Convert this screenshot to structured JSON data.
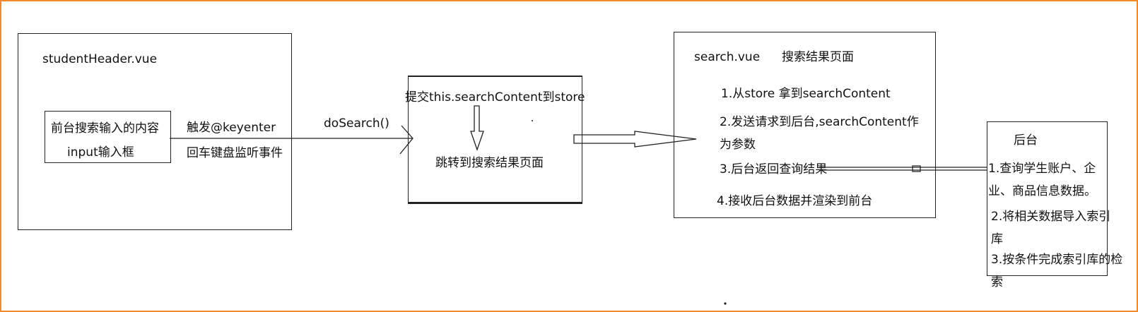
{
  "colors": {
    "frame": "#f08a2c",
    "line": "#222222"
  },
  "student_header": {
    "title": "studentHeader.vue",
    "input_line1": "前台搜索输入的内容",
    "input_line2": "input输入框"
  },
  "trigger": {
    "line1": "触发@keyenter",
    "line2": "回车键盘监听事件"
  },
  "call_label": "doSearch()",
  "dosearch_box": {
    "commit": "提交this.searchContent到store",
    "jump": "跳转到搜索结果页面"
  },
  "search_vue": {
    "title": "search.vue",
    "subtitle": "搜索结果页面",
    "step1": "1.从store 拿到searchContent",
    "step2a": "2.发送请求到后台,searchContent作",
    "step2b": "为参数",
    "step3": "3.后台返回查询结果",
    "step4": "4.接收后台数据并渲染到前台"
  },
  "backend": {
    "title": "后台",
    "l1": "1.查询学生账户、企",
    "l2": "业、商品信息数据。",
    "l3": "2.将相关数据导入索引",
    "l4": "库",
    "l5": "3.按条件完成索引库的检",
    "l6": "索"
  }
}
